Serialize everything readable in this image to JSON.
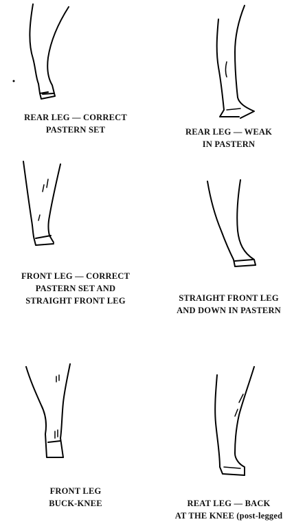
{
  "figures": [
    {
      "id": "rear-correct",
      "lines": [
        "REAR LEG — CORRECT",
        "PASTERN SET"
      ]
    },
    {
      "id": "rear-weak",
      "lines": [
        "REAR LEG — WEAK",
        "IN PASTERN"
      ]
    },
    {
      "id": "front-correct",
      "lines": [
        "FRONT LEG — CORRECT",
        "PASTERN SET AND",
        "STRAIGHT FRONT LEG"
      ]
    },
    {
      "id": "front-straight-down",
      "lines": [
        "STRAIGHT FRONT LEG",
        "AND DOWN IN PASTERN"
      ]
    },
    {
      "id": "front-buck-knee",
      "lines": [
        "FRONT LEG",
        "BUCK-KNEE"
      ]
    },
    {
      "id": "rear-back-knee",
      "lines": [
        "REAT LEG — BACK",
        "AT THE KNEE (post-legged"
      ]
    }
  ]
}
